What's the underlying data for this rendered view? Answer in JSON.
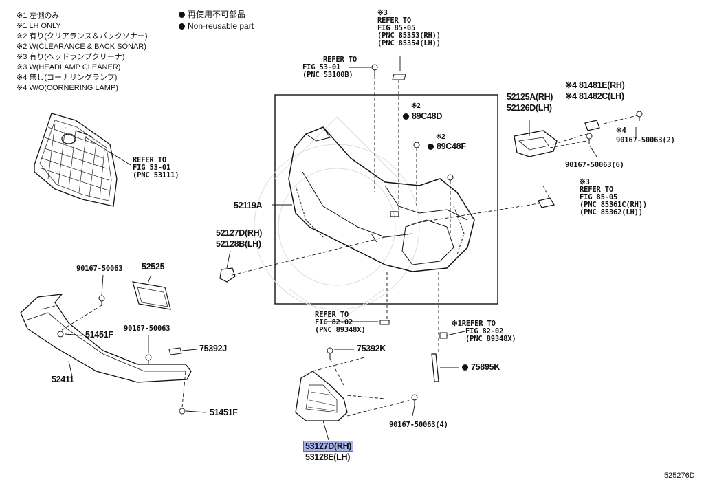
{
  "legend_left": [
    "※1 左側のみ",
    "※1 LH ONLY",
    "※2 有り(クリアランス＆バックソナー)",
    "※2 W(CLEARANCE & BACK SONAR)",
    "※3 有り(ヘッドランプクリーナ)",
    "※3 W(HEADLAMP CLEANER)",
    "※4 無し(コーナリングランプ)",
    "※4 W/O(CORNERING LAMP)"
  ],
  "legend_right": [
    "再使用不可部品",
    "Non-reusable part"
  ],
  "refer": {
    "fig85_05_top": [
      "※3",
      "REFER TO",
      "FIG 85-05",
      "(PNC 85353(RH))",
      "(PNC 85354(LH))"
    ],
    "fig53_01_top": [
      "REFER TO",
      "FIG 53-01",
      "(PNC 53100B)"
    ],
    "fig53_01_grille": [
      "REFER TO",
      "FIG 53-01",
      "(PNC 53111)"
    ],
    "fig85_05_right": [
      "※3",
      "REFER TO",
      "FIG 85-05",
      "(PNC 85361C(RH))",
      "(PNC 85362(LH))"
    ],
    "fig82_02_center": [
      "REFER TO",
      "FIG 82-02",
      "(PNC 89348X)"
    ],
    "fig82_02_right_mark": "※1",
    "fig82_02_right": [
      "REFER TO",
      "FIG 82-02",
      "(PNC 89348X)"
    ]
  },
  "parts": {
    "p89c48d_mark": "※2",
    "p89c48d": "89C48D",
    "p89c48f_mark": "※2",
    "p89c48f": "89C48F",
    "p81481e": "※4 81481E(RH)",
    "p81482c": "※4 81482C(LH)",
    "p52125a": "52125A(RH)",
    "p52126d": "52126D(LH)",
    "p90167_2_mark": "※4",
    "p90167_2": "90167-50063(2)",
    "p90167_6": "90167-50063(6)",
    "p52119a": "52119A",
    "p52127d": "52127D(RH)",
    "p52128b": "52128B(LH)",
    "p90167_a": "90167-50063",
    "p52525": "52525",
    "p51451f_a": "51451F",
    "p90167_b": "90167-50063",
    "p75392j": "75392J",
    "p52411": "52411",
    "p51451f_b": "51451F",
    "p75392k": "75392K",
    "p75895k": "75895K",
    "p90167_4": "90167-50063(4)",
    "p53127d": "53127D(RH)",
    "p53128e": "53128E(LH)"
  },
  "diagram_id": "525276D"
}
